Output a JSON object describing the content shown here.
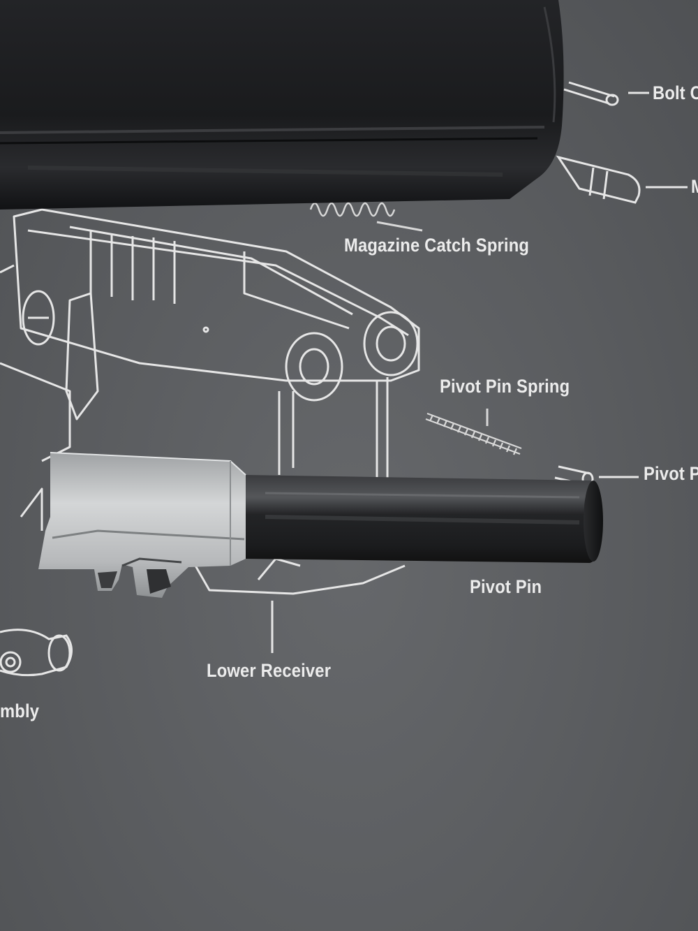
{
  "mat_labels": {
    "bolt": "Bolt C",
    "edge_m": "M",
    "magazine_catch_spring": "Magazine Catch Spring",
    "pivot_pin_spring": "Pivot Pin Spring",
    "pivot_partial": "Pivot P",
    "pivot_pin": "Pivot Pin",
    "lower_receiver": "Lower Receiver",
    "assembly_partial": "mbly"
  },
  "colors": {
    "mat": "#5a5c5f",
    "line_art": "#e6e6e6",
    "barrel_steel": "#c9cbcc",
    "barrel_blued": "#2b2c2f",
    "case_black": "#17181a"
  }
}
